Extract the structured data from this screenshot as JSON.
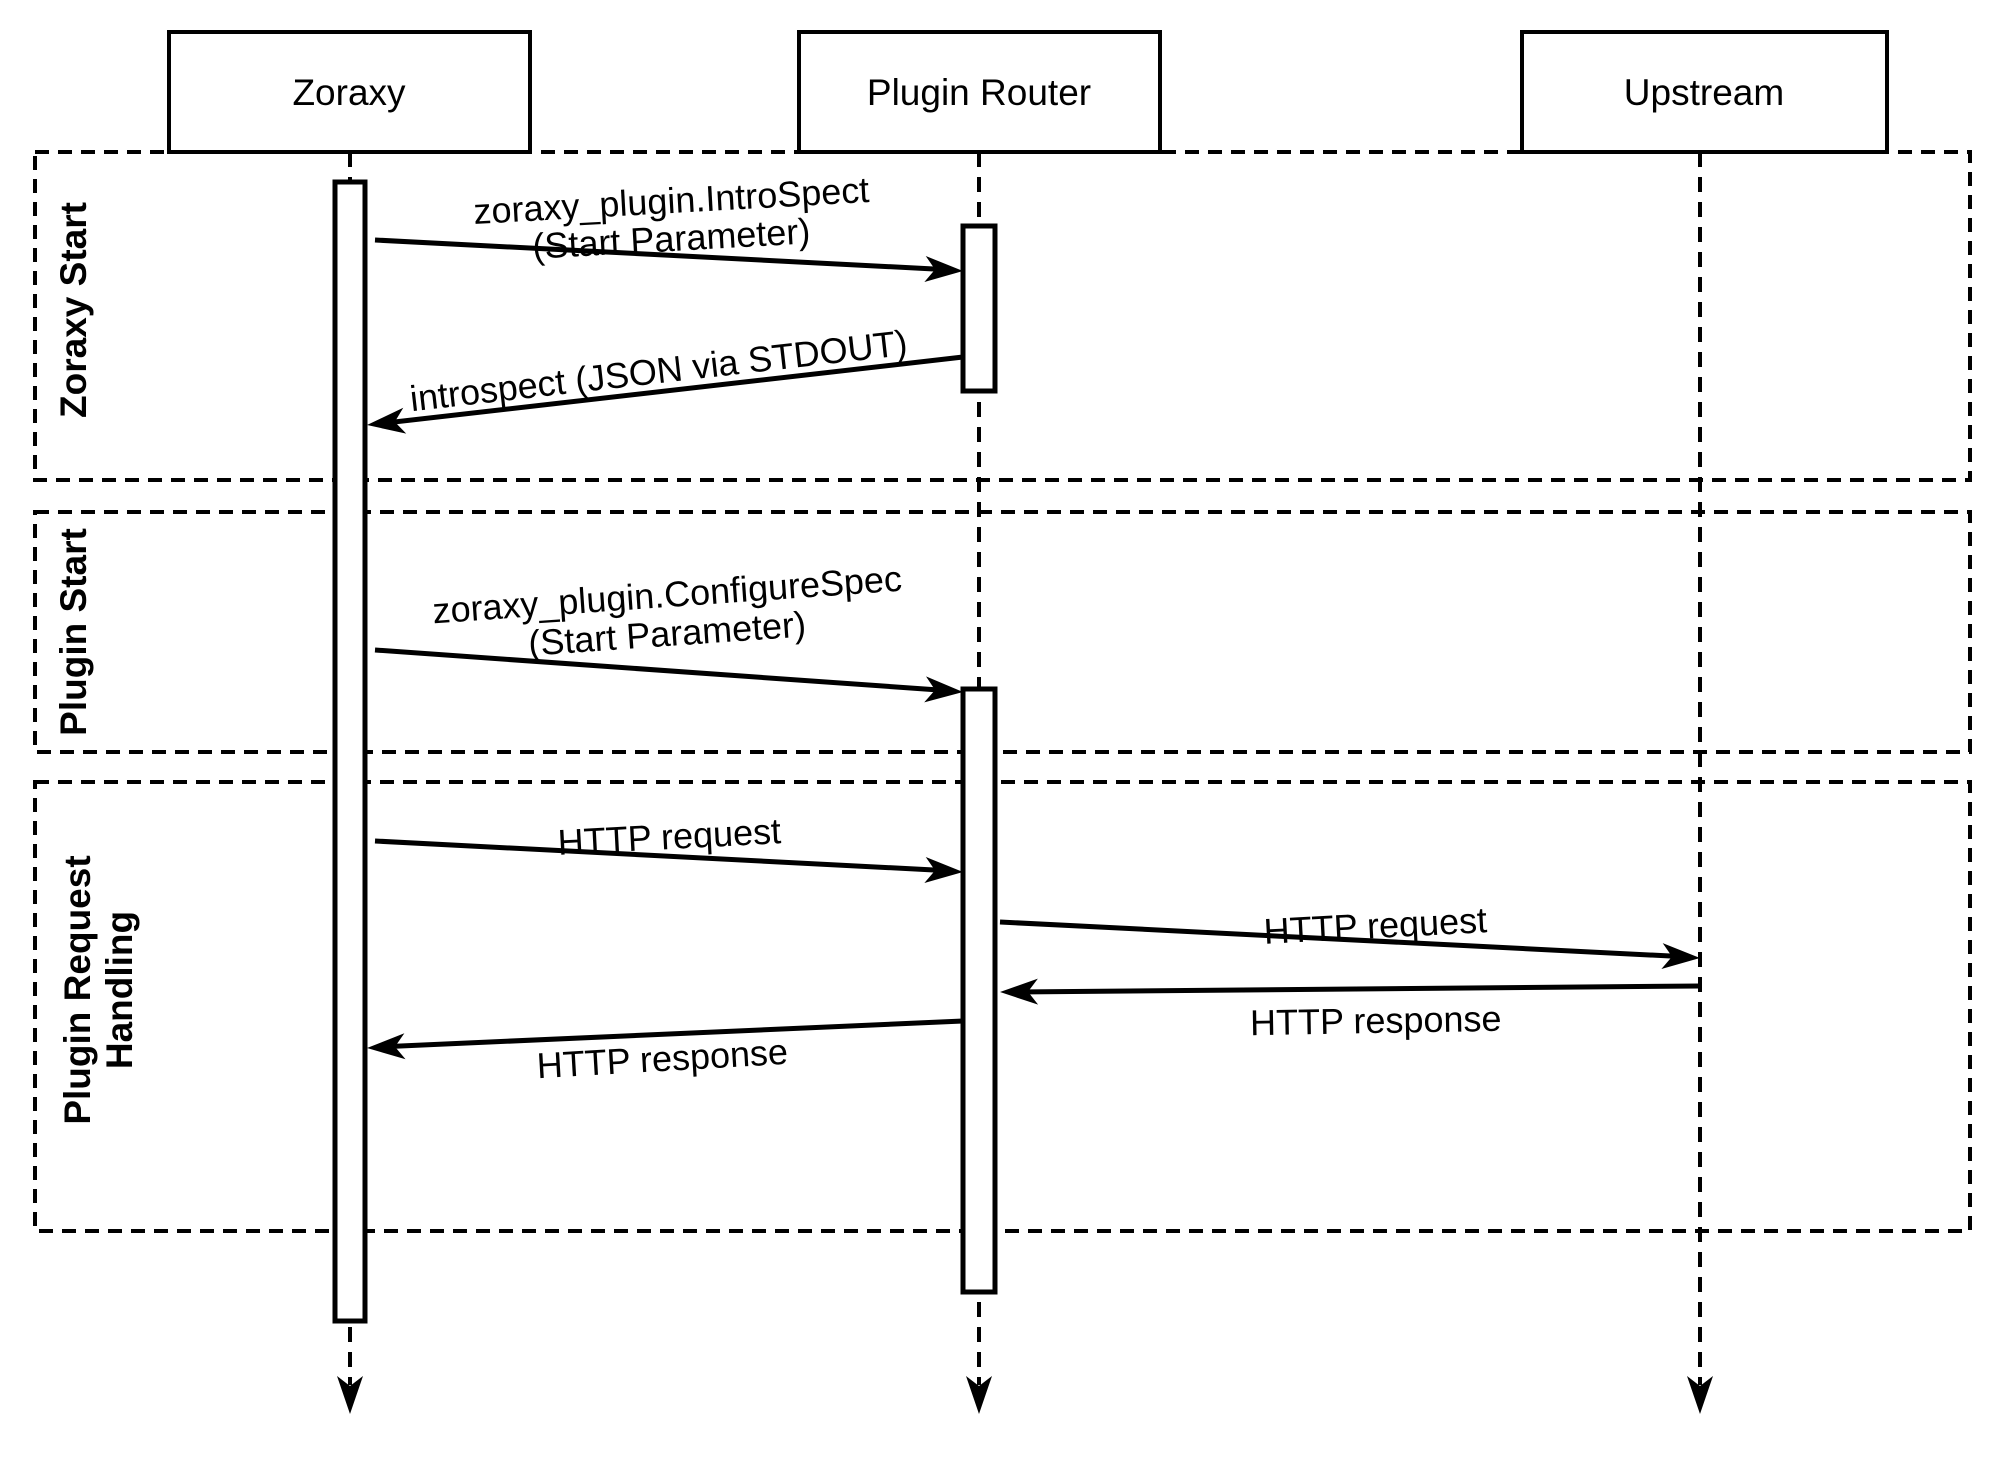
{
  "diagram_type": "uml-sequence",
  "colors": {
    "line": "#000000",
    "background": "#ffffff"
  },
  "actors": [
    {
      "name": "Zoraxy"
    },
    {
      "name": "Plugin Router"
    },
    {
      "name": "Upstream"
    }
  ],
  "sections": [
    {
      "label": "Zoraxy Start"
    },
    {
      "label": "Plugin Start"
    },
    {
      "label_line1": "Plugin Request",
      "label_line2": "Handling"
    }
  ],
  "messages": [
    {
      "from": "Zoraxy",
      "to": "Plugin Router",
      "line1": "zoraxy_plugin.IntroSpect",
      "line2": "(Start Parameter)"
    },
    {
      "from": "Plugin Router",
      "to": "Zoraxy",
      "label": "introspect (JSON via STDOUT)"
    },
    {
      "from": "Zoraxy",
      "to": "Plugin Router",
      "line1": "zoraxy_plugin.ConfigureSpec",
      "line2": "(Start Parameter)"
    },
    {
      "from": "Zoraxy",
      "to": "Plugin Router",
      "label": "HTTP request"
    },
    {
      "from": "Plugin Router",
      "to": "Upstream",
      "label": "HTTP request"
    },
    {
      "from": "Upstream",
      "to": "Plugin Router",
      "label": "HTTP response"
    },
    {
      "from": "Plugin Router",
      "to": "Zoraxy",
      "label": "HTTP response"
    }
  ]
}
